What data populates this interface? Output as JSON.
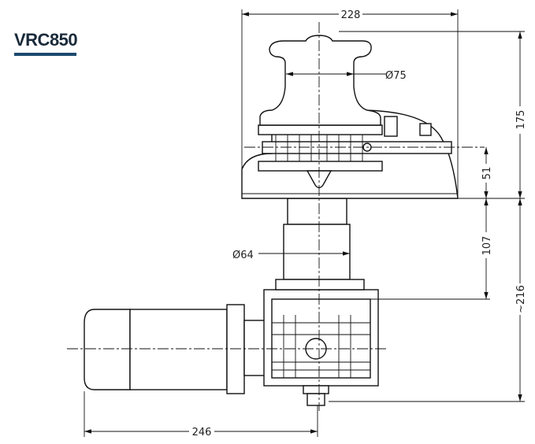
{
  "title": "VRC850",
  "colors": {
    "title_underline": "#1c4a6e",
    "lines": "#111111"
  },
  "dimensions": {
    "overall_width": "228",
    "drum_diameter": "Ø75",
    "overall_height_above_deck": "175",
    "gypsy_height": "51",
    "shaft_length": "107",
    "shaft_diameter": "Ø64",
    "height_below_deck": "~216",
    "motor_length": "246"
  }
}
